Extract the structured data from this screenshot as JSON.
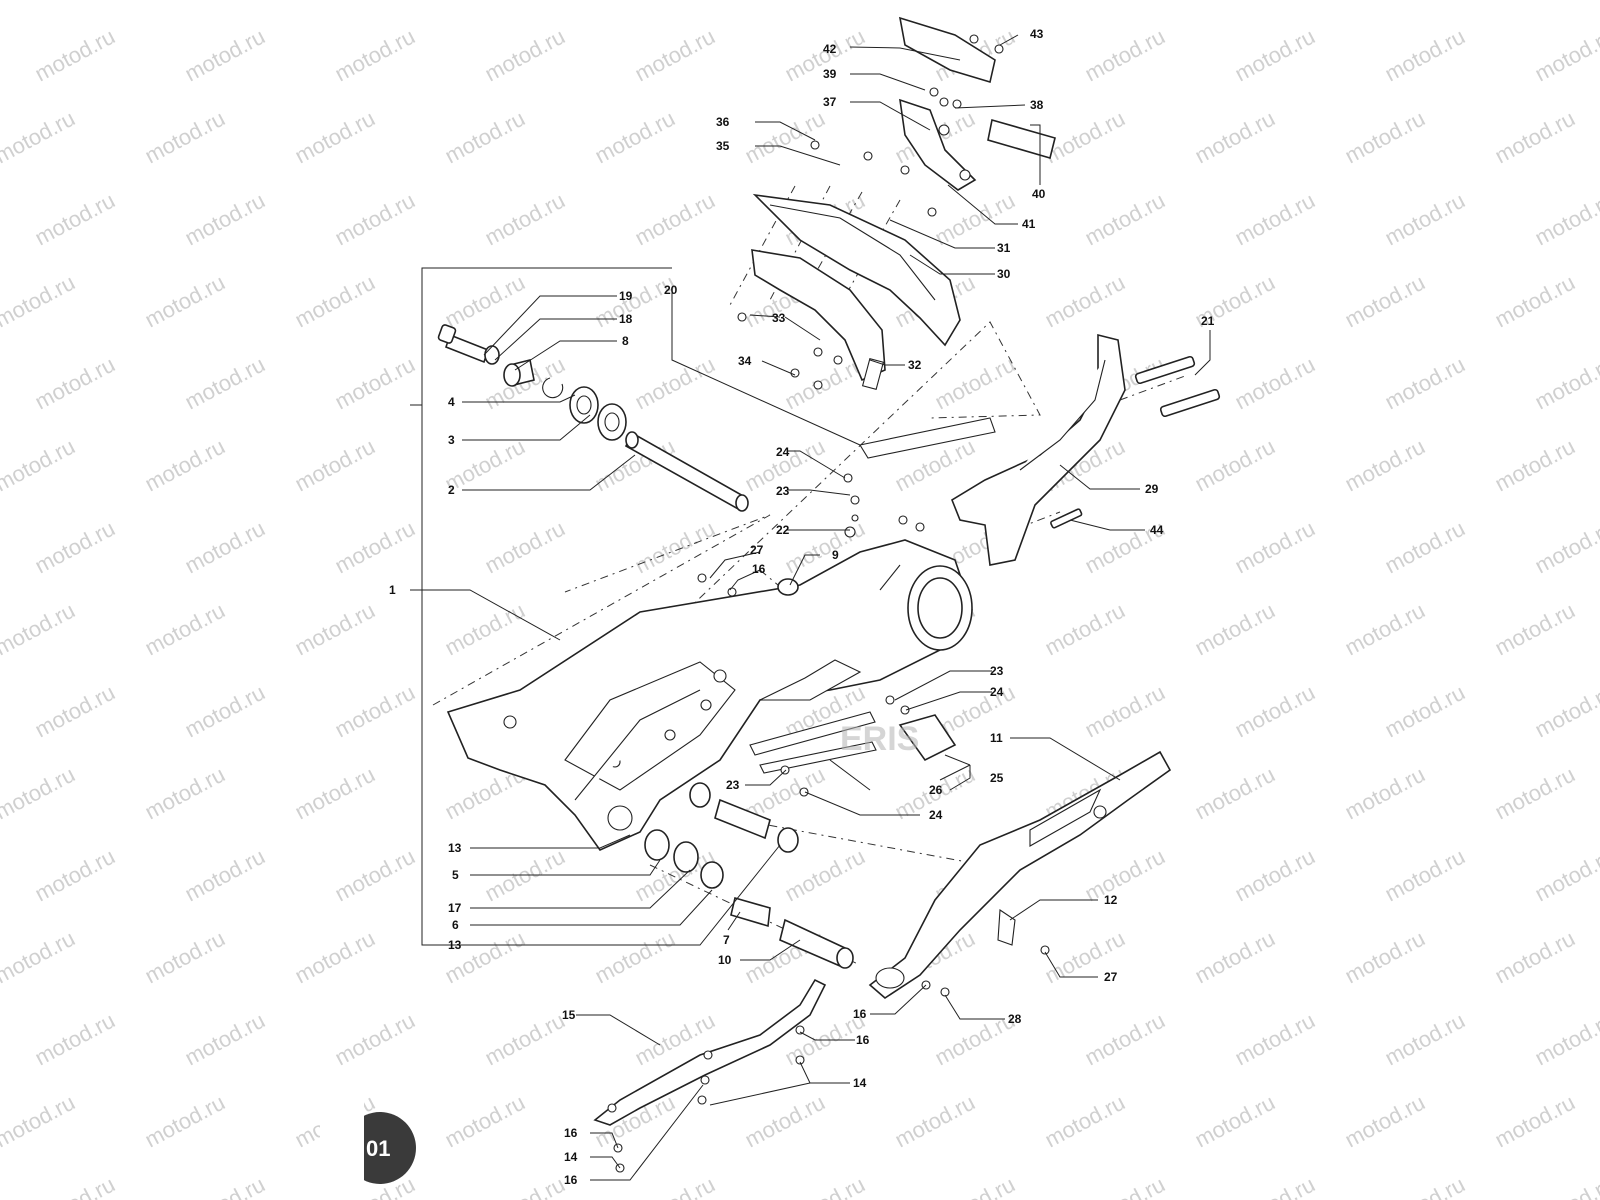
{
  "watermark": {
    "text": "motod.ru"
  },
  "page_badge": {
    "text": "01"
  },
  "ghost_mark": {
    "text": "ERIS"
  },
  "callouts": {
    "c1": "1",
    "c2": "2",
    "c3": "3",
    "c4": "4",
    "c5": "5",
    "c6": "6",
    "c7": "7",
    "c8": "8",
    "c9": "9",
    "c10": "10",
    "c11": "11",
    "c12": "12",
    "c13a": "13",
    "c13b": "13",
    "c14a": "14",
    "c14b": "14",
    "c15": "15",
    "c16a": "16",
    "c16b": "16",
    "c16c": "16",
    "c16d": "16",
    "c16e": "16",
    "c17": "17",
    "c18": "18",
    "c19": "19",
    "c20": "20",
    "c21": "21",
    "c22": "22",
    "c23a": "23",
    "c23b": "23",
    "c23c": "23",
    "c24a": "24",
    "c24b": "24",
    "c24c": "24",
    "c25": "25",
    "c26": "26",
    "c27a": "27",
    "c27b": "27",
    "c28": "28",
    "c29": "29",
    "c30": "30",
    "c31": "31",
    "c32": "32",
    "c33": "33",
    "c34": "34",
    "c35": "35",
    "c36": "36",
    "c37": "37",
    "c38": "38",
    "c39": "39",
    "c40": "40",
    "c41": "41",
    "c42": "42",
    "c43": "43",
    "c44": "44"
  },
  "colors": {
    "line": "#222222",
    "watermark": "#d0d0d0",
    "badge": "#3a3a3a"
  }
}
